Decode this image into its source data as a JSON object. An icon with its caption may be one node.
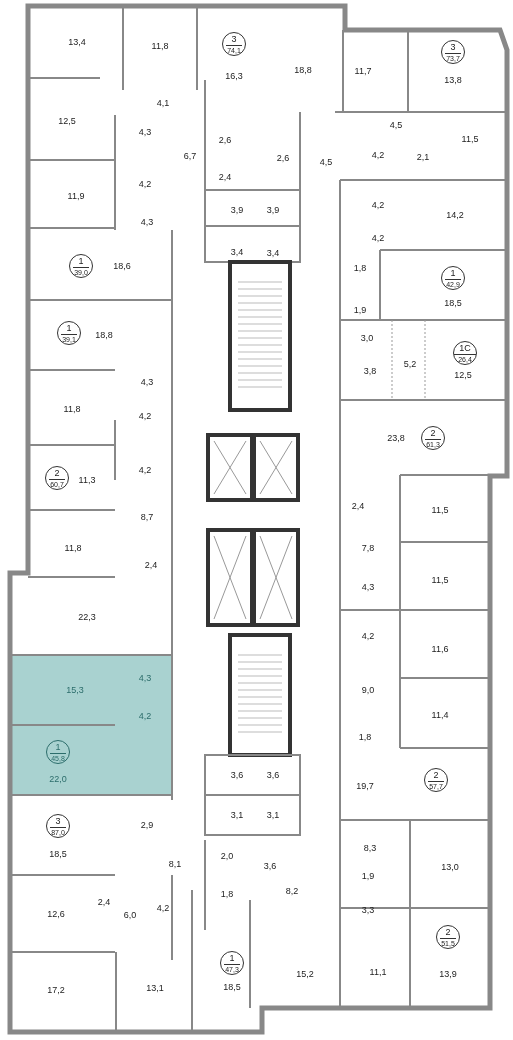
{
  "diagram": {
    "nodes": [
      {
        "text": [
          "3",
          "74,1"
        ]
      },
      {
        "text": [
          "3",
          "73,7"
        ]
      },
      {
        "text": [
          "1",
          "39,0"
        ]
      },
      {
        "text": [
          "1",
          "42,9"
        ]
      },
      {
        "text": [
          "1",
          "39,1"
        ]
      },
      {
        "text": [
          "1С",
          "26,4"
        ]
      },
      {
        "text": [
          "2",
          "61,3"
        ]
      },
      {
        "text": [
          "2",
          "60,7"
        ]
      },
      {
        "text": [
          "1",
          "45,8"
        ]
      },
      {
        "text": [
          "2",
          "57,7"
        ]
      },
      {
        "text": [
          "3",
          "87,0"
        ]
      },
      {
        "text": [
          "2",
          "51,5"
        ]
      },
      {
        "text": [
          "1",
          "47,3"
        ]
      }
    ],
    "labels": [
      "13,4",
      "11,8",
      "18,8",
      "11,7",
      "16,3",
      "13,8",
      "4,1",
      "12,5",
      "4,5",
      "4,3",
      "11,5",
      "2,6",
      "4,2",
      "6,7",
      "2,1",
      "2,6",
      "4,5",
      "2,4",
      "4,2",
      "11,9",
      "4,2",
      "3,9",
      "3,9",
      "14,2",
      "4,3",
      "4,2",
      "3,4",
      "3,4",
      "18,6",
      "1,8",
      "18,5",
      "1,9",
      "18,8",
      "3,0",
      "5,2",
      "3,8",
      "12,5",
      "4,3",
      "11,8",
      "4,2",
      "23,8",
      "4,2",
      "11,3",
      "2,4",
      "11,5",
      "8,7",
      "7,8",
      "11,8",
      "2,4",
      "11,5",
      "4,3",
      "22,3",
      "4,2",
      "11,6",
      "4,3",
      "15,3",
      "9,0",
      "11,4",
      "4,2",
      "1,8",
      "3,6",
      "3,6",
      "22,0",
      "19,7",
      "3,1",
      "3,1",
      "2,9",
      "8,3",
      "18,5",
      "2,0",
      "8,1",
      "3,6",
      "13,0",
      "1,9",
      "8,2",
      "1,8",
      "2,4",
      "4,2",
      "3,3",
      "12,6",
      "6,0",
      "15,2",
      "11,1",
      "13,9",
      "13,1",
      "17,2",
      "18,5"
    ]
  }
}
